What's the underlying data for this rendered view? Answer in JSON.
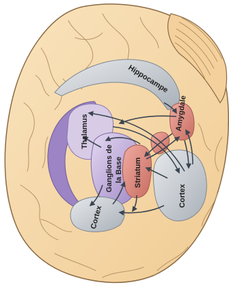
{
  "labels": {
    "hippocampe": "Hippocampe",
    "amygdale": "Amygdale",
    "thalamus": "Thalamus",
    "ganglions_line1": "Ganglions de",
    "ganglions_line2": "la Base",
    "striatum": "Striatum",
    "cortex_left": "Cortex",
    "cortex_right": "Cortex"
  },
  "colors": {
    "brain_fill": "#f6d7a8",
    "brain_outline": "#8a6a44",
    "sulci": "#b89468",
    "hippocampus": "#c9cdd4",
    "basal_ganglia": "#b9a6d6",
    "thalamus": "#d7cbe6",
    "amygdala_red": "#d8877d",
    "cortex_grey": "#c4c9cf",
    "arrows": "#3a4550"
  },
  "icons": {
    "arrow_marker": "arrowhead-icon"
  }
}
